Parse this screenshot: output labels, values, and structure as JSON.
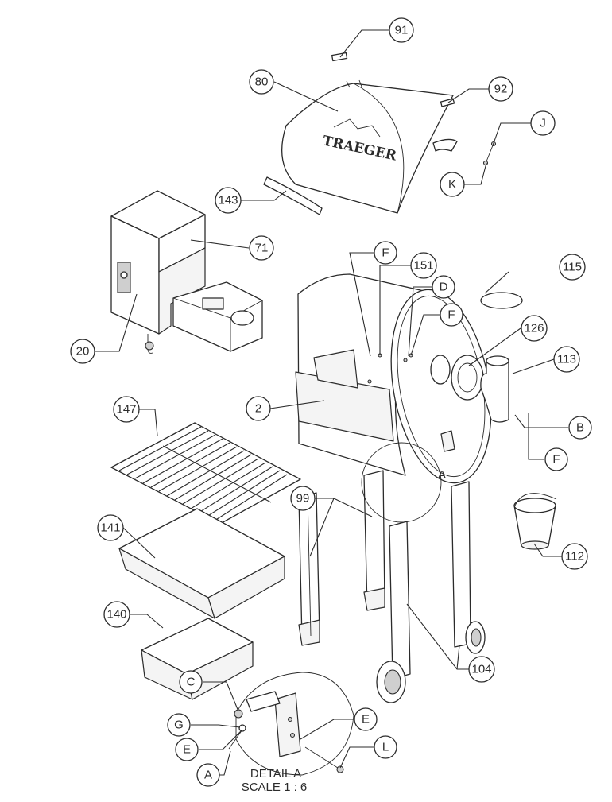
{
  "diagram": {
    "brand_text": "TRAEGER",
    "detail_title": "DETAIL A",
    "detail_scale": "SCALE 1 : 6",
    "section_marker": "A",
    "callouts": [
      {
        "id": "91",
        "label": "91"
      },
      {
        "id": "80",
        "label": "80"
      },
      {
        "id": "92",
        "label": "92"
      },
      {
        "id": "J",
        "label": "J"
      },
      {
        "id": "K",
        "label": "K"
      },
      {
        "id": "143",
        "label": "143"
      },
      {
        "id": "71",
        "label": "71"
      },
      {
        "id": "20",
        "label": "20"
      },
      {
        "id": "F1",
        "label": "F"
      },
      {
        "id": "151",
        "label": "151"
      },
      {
        "id": "D",
        "label": "D"
      },
      {
        "id": "115",
        "label": "115"
      },
      {
        "id": "F2",
        "label": "F"
      },
      {
        "id": "126",
        "label": "126"
      },
      {
        "id": "113",
        "label": "113"
      },
      {
        "id": "2",
        "label": "2"
      },
      {
        "id": "B",
        "label": "B"
      },
      {
        "id": "F3",
        "label": "F"
      },
      {
        "id": "147",
        "label": "147"
      },
      {
        "id": "99",
        "label": "99"
      },
      {
        "id": "141",
        "label": "141"
      },
      {
        "id": "112",
        "label": "112"
      },
      {
        "id": "140",
        "label": "140"
      },
      {
        "id": "104",
        "label": "104"
      },
      {
        "id": "C",
        "label": "C"
      },
      {
        "id": "E1",
        "label": "E"
      },
      {
        "id": "G",
        "label": "G"
      },
      {
        "id": "E2",
        "label": "E"
      },
      {
        "id": "L",
        "label": "L"
      },
      {
        "id": "A",
        "label": "A"
      }
    ]
  }
}
